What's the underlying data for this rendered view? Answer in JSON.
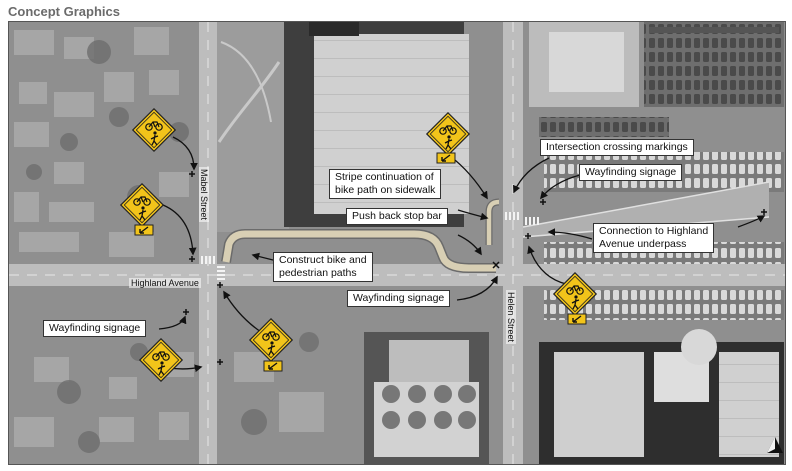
{
  "page": {
    "title": "Concept Graphics"
  },
  "streets": {
    "mabel": "Mabel Street",
    "highland": "Highland Avenue",
    "helen": "Helen Street"
  },
  "callouts": {
    "intersection_crossing": "Intersection crossing markings",
    "stripe_line1": "Stripe continuation of",
    "stripe_line2": "bike path on sidewalk",
    "wayfinding_right": "Wayfinding signage",
    "push_back": "Push back stop bar",
    "connection_line1": "Connection to Highland",
    "connection_line2": "Avenue underpass",
    "construct_line1": "Construct bike and",
    "construct_line2": "pedestrian paths",
    "wayfinding_center": "Wayfinding signage",
    "wayfinding_left": "Wayfinding signage"
  },
  "colors": {
    "sign_yellow": "#f2c41a",
    "path_tan": "#d8cfb4",
    "road": "#bdbdbd",
    "map_base": "#8f8f8f"
  },
  "icons": [
    "bike-ped-warning-sign",
    "diagonal-arrow-plaque",
    "north-arrow-icon"
  ]
}
